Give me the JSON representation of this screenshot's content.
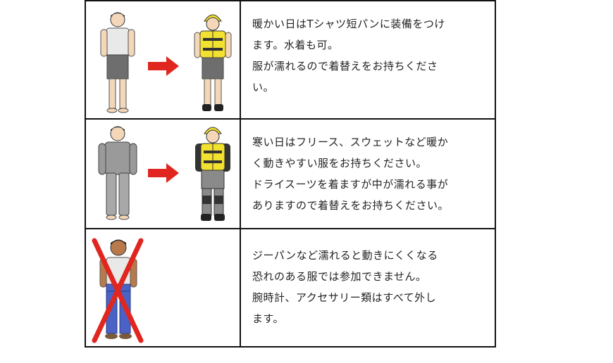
{
  "rows": [
    {
      "id": "warm-day",
      "lines": [
        "暖かい日はTシャツ短パンに装備をつけ",
        "ます。水着も可。",
        "服が濡れるので着替えをお持ちくださ",
        "い。"
      ]
    },
    {
      "id": "cold-day",
      "lines": [
        "寒い日はフリース、スウェットなど暖か",
        "く動きやすい服をお持ちください。",
        "ドライスーツを着ますが中が濡れる事が",
        "ありますので着替えをお持ちください。"
      ]
    },
    {
      "id": "not-allowed",
      "lines": [
        "ジーパンなど濡れると動きにくくなる",
        "恐れのある服では参加できません。",
        "腕時計、アクセサリー類はすべて外し",
        "ます。"
      ]
    }
  ],
  "icons": {
    "arrow": "right-arrow-icon",
    "cross": "prohibited-cross-icon"
  },
  "colors": {
    "arrow": "#e0261f",
    "cross": "#e0261f",
    "vest": "#f2e12e",
    "helmet": "#f2e12e",
    "border": "#111111"
  }
}
